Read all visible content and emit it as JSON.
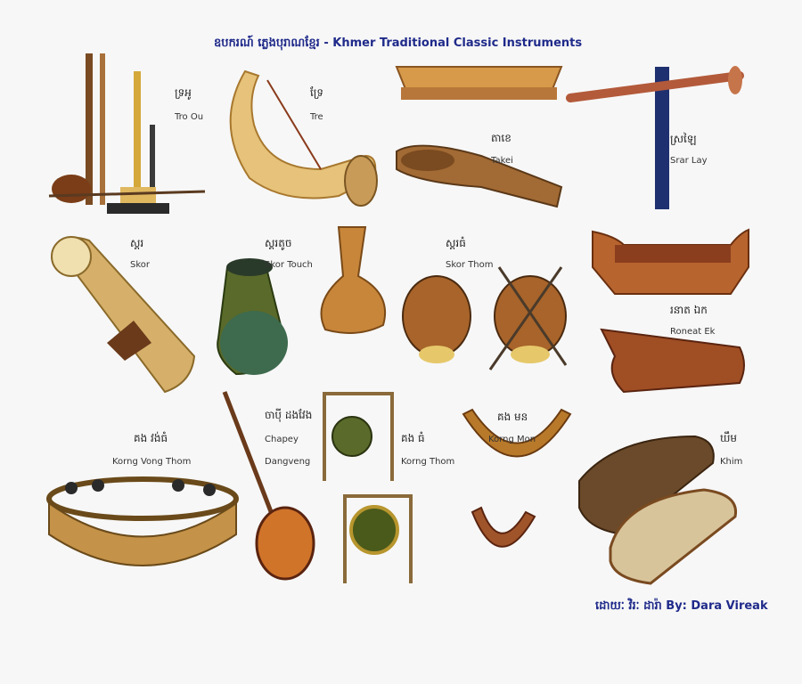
{
  "title": {
    "khmer": "ឧបករណ៍ ភ្លេងបុរាណខ្មែរ",
    "separator": " - ",
    "english": "Khmer Traditional Classic Instruments"
  },
  "credit": {
    "khmer": "ដោយៈ វិរៈ ដារ៉ា",
    "english": "By: Dara Vireak"
  },
  "instruments": [
    {
      "khmer": "ទ្រអូ",
      "english": "Tro Ou"
    },
    {
      "khmer": "ទ្រែ",
      "english": "Tre"
    },
    {
      "khmer": "តាខេ",
      "english": "Takei"
    },
    {
      "khmer": "ស្រឡៃ",
      "english": "Srar Lay"
    },
    {
      "khmer": "ស្គរ",
      "english": "Skor"
    },
    {
      "khmer": "ស្គរតូច",
      "english": "Skor Touch"
    },
    {
      "khmer": "ស្គរធំ",
      "english": "Skor Thom"
    },
    {
      "khmer": "រនាត ឯក",
      "english": "Roneat Ek"
    },
    {
      "khmer": "គង វង់ធំ",
      "english": "Korng Vong Thom"
    },
    {
      "khmer": "ចាប៉ី ដងវែង",
      "english": "Chapey"
    },
    {
      "khmer": "",
      "english": "Dangveng"
    },
    {
      "khmer": "គង ធំ",
      "english": "Korng Thom"
    },
    {
      "khmer": "គង មន",
      "english": "Korng Mon"
    },
    {
      "khmer": "ឃឹម",
      "english": "Khim"
    }
  ]
}
